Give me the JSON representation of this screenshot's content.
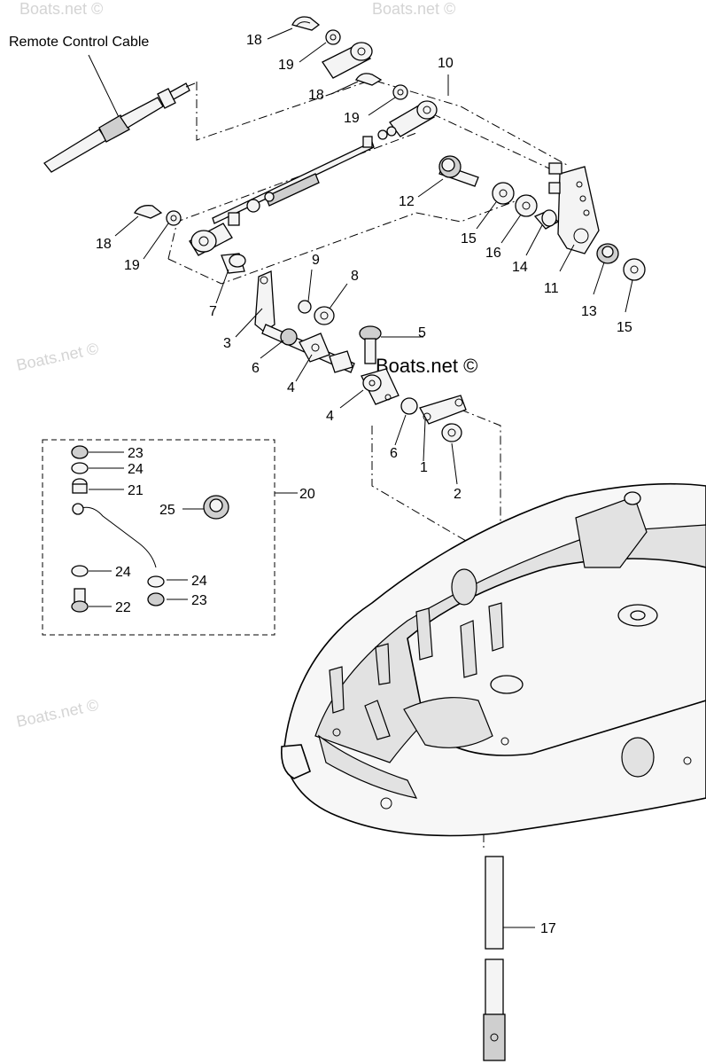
{
  "diagram": {
    "cable_label": "Remote Control Cable",
    "watermark": "Boats.net ©",
    "callouts": {
      "c18a": "18",
      "c19a": "19",
      "c18b": "18",
      "c19b": "19",
      "c10": "10",
      "c12": "12",
      "c15a": "15",
      "c16": "16",
      "c14": "14",
      "c11": "11",
      "c13": "13",
      "c15b": "15",
      "c18c": "18",
      "c19c": "19",
      "c9": "9",
      "c8": "8",
      "c7": "7",
      "c3": "3",
      "c6a": "6",
      "c4a": "4",
      "c5": "5",
      "c4b": "4",
      "c6b": "6",
      "c1": "1",
      "c2": "2",
      "c20": "20",
      "c23a": "23",
      "c24a": "24",
      "c21": "21",
      "c25": "25",
      "c24b": "24",
      "c24c": "24",
      "c22": "22",
      "c23b": "23",
      "c17": "17"
    }
  }
}
